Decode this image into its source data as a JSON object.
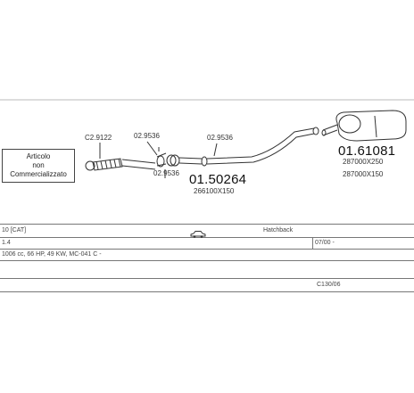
{
  "note_box": {
    "lines": [
      "Articolo",
      "non",
      "Commercializzato"
    ]
  },
  "parts": {
    "p1": "C2.9122",
    "p2": "02.9536",
    "p3": "02.9536",
    "p4": "02.9536",
    "front_pipe_code": "01.50264",
    "front_pipe_dim": "266100X150",
    "rear_silencer_code": "01.61081",
    "rear_dim_1": "287000X250",
    "rear_dim_2": "287000X150"
  },
  "info": {
    "row1_left": "10 [CAT]",
    "row1_body": "Hatchback",
    "row2_left": "1.4",
    "row2_date": "07/00 -",
    "row3_left": "1006 cc, 66 HP, 49 KW, MC-041 C -",
    "row4_code": "C130/06"
  },
  "icons": {
    "car": "car-icon"
  }
}
